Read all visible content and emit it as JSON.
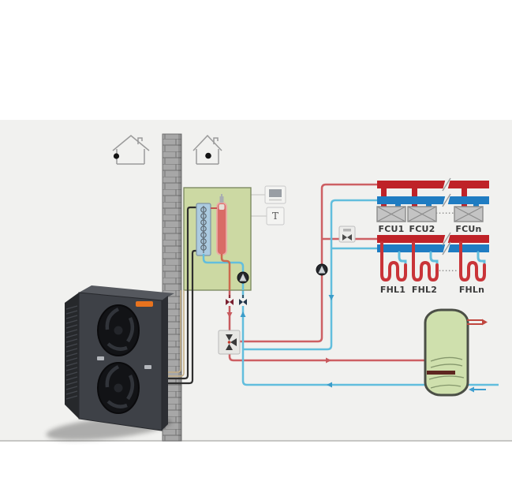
{
  "diagram": {
    "thermostat_label": "T",
    "fan_coil_units": [
      {
        "label": "FCU1"
      },
      {
        "label": "FCU2"
      },
      {
        "label": "FCUn"
      }
    ],
    "floor_heating_loops": [
      {
        "label": "FHL1"
      },
      {
        "label": "FHL2"
      },
      {
        "label": "FHLn"
      }
    ],
    "fcu_ellipsis": "......",
    "fhl_ellipsis": "......"
  },
  "icons": {
    "house-outdoor": "house outline with dot at outer wall",
    "house-indoor": "house outline with dot inside",
    "pump": "dark circle with upward triangle",
    "shutoff-valve": "bowtie valve",
    "three-way-valve": "three triangles in a box",
    "mixing-valve": "bowtie valve in a box",
    "pipe-break": "diagonal break mark",
    "air-vent": "small cap on vessel top"
  },
  "colors": {
    "pipe-red": "#bf2228",
    "pipe-blue": "#1f7cc2",
    "pipe-red-thin": "#cd5f63",
    "pipe-cyan": "#62bedd",
    "loop-red": "#c93438",
    "hydrobox-green": "#ccd9a3",
    "tank-green": "#cfe0ad",
    "brand-orange": "#e8731e",
    "wall-gray": "#a7a7a7",
    "panel-bg": "#f1f1ef"
  }
}
